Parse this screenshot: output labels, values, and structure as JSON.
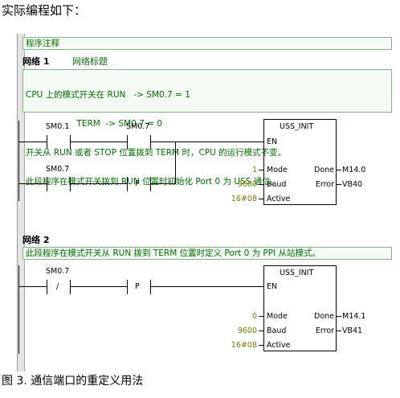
{
  "heading": "实际编程如下：",
  "program_comment": "程序注释",
  "networks": [
    {
      "label": "网络 1",
      "title": "网络标题",
      "comment_lines": [
        "CPU 上的模式开关在 RUN   -> SM0.7 = 1",
        "                   TERM  -> SM0.7 = 0",
        "开关从 RUN 或者 STOP 位置拨到 TERM 时，CPU 的运行模式不变。",
        "此段程序在模式开关拨到 RUN 位置时初始化 Port 0 为 USS 通信。"
      ],
      "contacts": [
        "SM0.1",
        "SM0.7",
        "SM0.7"
      ],
      "p_label": "P",
      "block": {
        "name": "USS_INIT",
        "en": "EN",
        "inputs": [
          {
            "value": "1",
            "pin": "Mode"
          },
          {
            "value": "9600",
            "pin": "Baud"
          },
          {
            "value": "16#08",
            "pin": "Active"
          }
        ],
        "outputs": [
          {
            "pin": "Done",
            "value": "M14.0"
          },
          {
            "pin": "Error",
            "value": "VB40"
          }
        ]
      }
    },
    {
      "label": "网络 2",
      "title": "",
      "comment_lines": [
        "此段程序在模式开关从 RUN 拨到 TERM 位置时定义 Port 0 为 PPI 从站模式。"
      ],
      "contacts": [
        "SM0.7"
      ],
      "nc_mark": "/",
      "p_label": "P",
      "block": {
        "name": "USS_INIT",
        "en": "EN",
        "inputs": [
          {
            "value": "0",
            "pin": "Mode"
          },
          {
            "value": "9600",
            "pin": "Baud"
          },
          {
            "value": "16#08",
            "pin": "Active"
          }
        ],
        "outputs": [
          {
            "pin": "Done",
            "value": "M14.1"
          },
          {
            "pin": "Error",
            "value": "VB41"
          }
        ]
      }
    }
  ],
  "caption": "图 3. 通信端口的重定义用法",
  "colors": {
    "comment_text": "#007000",
    "value_text": "#7a7a00",
    "comment_bg": "#f4faf4"
  }
}
